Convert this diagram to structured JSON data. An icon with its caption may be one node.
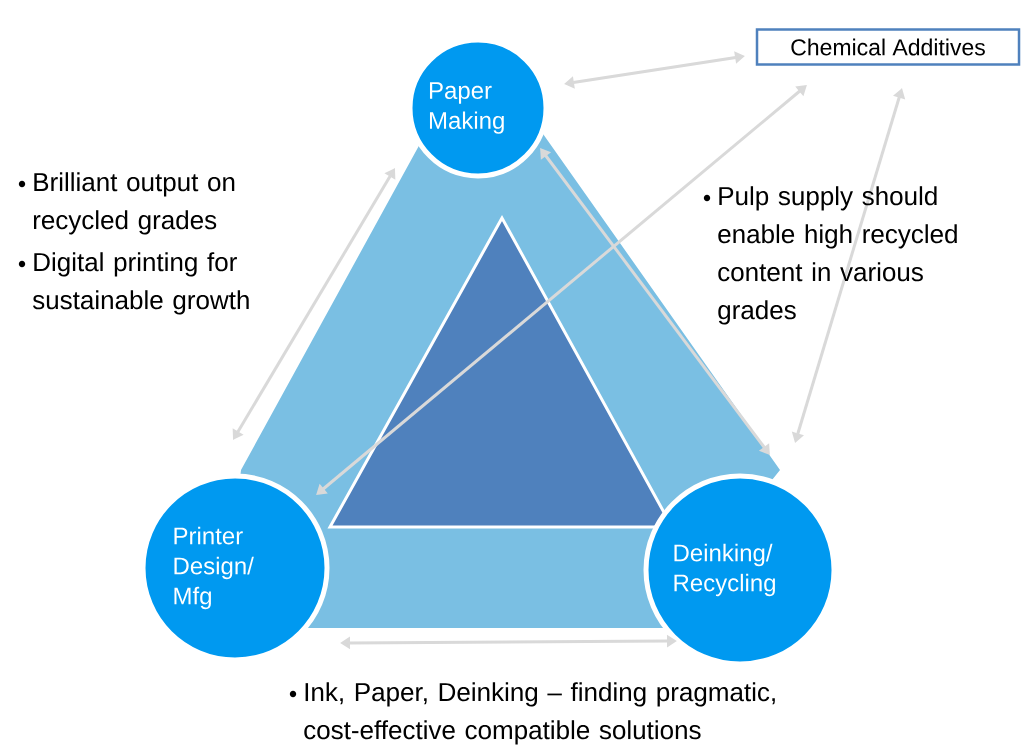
{
  "diagram": {
    "nodes": [
      {
        "text": [
          "Paper Making"
        ]
      },
      {
        "text": [
          "Chemical Additives"
        ]
      },
      {
        "text": [
          "Printer Design/ Mfg"
        ]
      },
      {
        "text": [
          "Deinking/ Recycling"
        ]
      }
    ],
    "edges": [
      {
        "from": 0,
        "to": 1,
        "arrow": "both"
      },
      {
        "from": 0,
        "to": 2,
        "arrow": "both"
      },
      {
        "from": 0,
        "to": 3,
        "arrow": "both"
      },
      {
        "from": 2,
        "to": 3,
        "arrow": "both"
      },
      {
        "from": 2,
        "to": 1,
        "arrow": "both"
      },
      {
        "from": 3,
        "to": 1,
        "arrow": "both"
      }
    ],
    "labels": [
      "Brilliant output on recycled grades",
      "Digital printing for sustainable growth",
      "Pulp supply should enable high recycled content in various grades",
      "Ink, Paper, Deinking – finding pragmatic, cost-effective compatible solutions"
    ]
  }
}
